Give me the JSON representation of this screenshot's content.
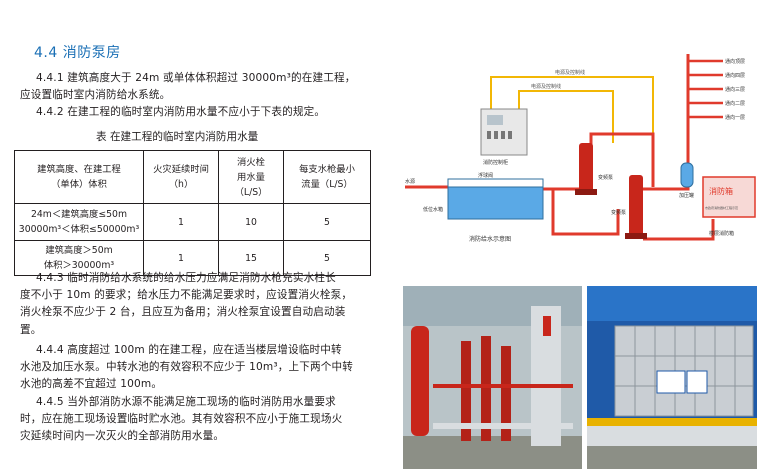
{
  "section": {
    "heading": "4.4  消防泵房"
  },
  "paragraphs": {
    "p441_l1": "4.4.1  建筑高度大于 24m 或单体体积超过 30000m³的在建工程，",
    "p441_l2": "应设置临时室内消防给水系统。",
    "p442_l1": "4.4.2  在建工程的临时室内消防用水量不应小于下表的规定。",
    "p443_l1": "4.4.3  临时消防给水系统的给水压力应满足消防水枪充实水柱长",
    "p443_l2": "度不小于 10m 的要求；给水压力不能满足要求时，应设置消火栓泵，",
    "p443_l3": "消火栓泵不应少于 2 台，且应互为备用；消火栓泵宜设置自动启动装",
    "p443_l4": "置。",
    "p444_l1": "4.4.4  高度超过 100m 的在建工程，应在适当楼层增设临时中转",
    "p444_l2": "水池及加压水泵。中转水池的有效容积不应少于 10m³，上下两个中转",
    "p444_l3": "水池的高差不宜超过 100m。",
    "p445_l1": "4.4.5  当外部消防水源不能满足施工现场的临时消防用水量要求",
    "p445_l2": "时，应在施工现场设置临时贮水池。其有效容积不应小于施工现场火",
    "p445_l3": "灾延续时间内一次灭火的全部消防用水量。"
  },
  "table": {
    "caption": "表    在建工程的临时室内消防用水量",
    "headers": {
      "c1_l1": "建筑高度、在建工程",
      "c1_l2": "（单体）体积",
      "c2_l1": "火灾延续时间",
      "c2_l2": "（h）",
      "c3_l1": "消火栓",
      "c3_l2": "用水量",
      "c3_l3": "（L/S）",
      "c4_l1": "每支水枪最小",
      "c4_l2": "流量（L/S）"
    },
    "rows": [
      {
        "cond_l1": "24m＜建筑高度≤50m",
        "cond_l2": "30000m³＜体积≤50000m³",
        "duration": "1",
        "flow": "10",
        "min_flow": "5"
      },
      {
        "cond_l1": "建筑高度＞50m",
        "cond_l2": "体积＞30000m³",
        "duration": "1",
        "flow": "15",
        "min_flow": "5"
      }
    ]
  },
  "diagram": {
    "panel1": "电源及控制线",
    "panel2": "电源及控制线",
    "control_cabinet": "消防控制柜",
    "water_source": "水源",
    "float_valve": "浮球阀",
    "low_tank": "低位水箱",
    "pump1": "变频泵",
    "pump2": "变频泵",
    "pressure_tank": "加压罐",
    "fire_box": "消防箱",
    "fire_box_sub": "市政府消防器材工程示范",
    "floor_hydrant": "楼层消防箱",
    "caption": "消防给水示意图",
    "outlets": [
      "通向顶层",
      "通向四层",
      "通向三层",
      "通向二层",
      "通向一层"
    ],
    "colors": {
      "pipe_red": "#e03a2c",
      "wire_yellow": "#f2b705",
      "tank_blue": "#5aa9e6"
    }
  },
  "photos": {
    "photo1_desc": "",
    "photo2_desc": ""
  }
}
